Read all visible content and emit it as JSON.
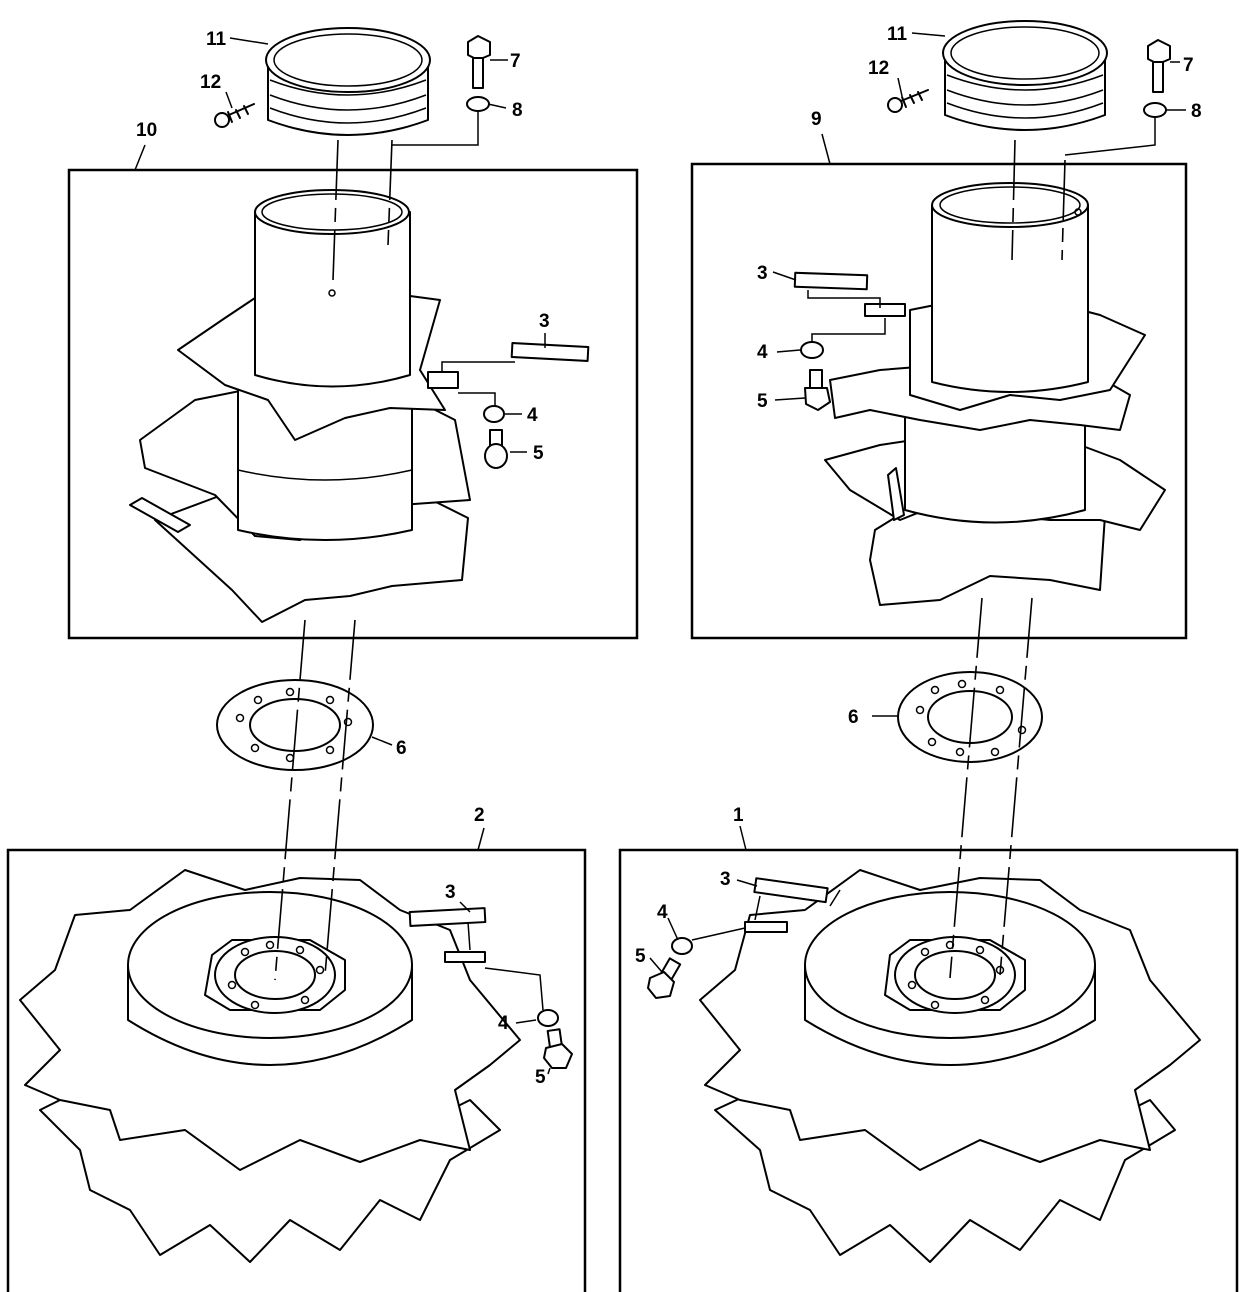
{
  "diagram": {
    "callouts": {
      "left_cap": "11",
      "left_screw": "12",
      "left_bolt_top": "7",
      "left_washer_top": "8",
      "left_upper_assembly": "10",
      "left_bar": "3",
      "left_washer": "4",
      "left_bolt": "5",
      "left_ring": "6",
      "left_lower_assembly": "2",
      "left_lower_bar": "3",
      "left_lower_washer": "4",
      "left_lower_bolt": "5",
      "right_cap": "11",
      "right_screw": "12",
      "right_bolt_top": "7",
      "right_washer_top": "8",
      "right_upper_assembly": "9",
      "right_bar": "3",
      "right_washer": "4",
      "right_bolt": "5",
      "right_ring": "6",
      "right_lower_assembly": "1",
      "right_lower_bar": "3",
      "right_lower_washer": "4",
      "right_lower_bolt": "5"
    }
  }
}
